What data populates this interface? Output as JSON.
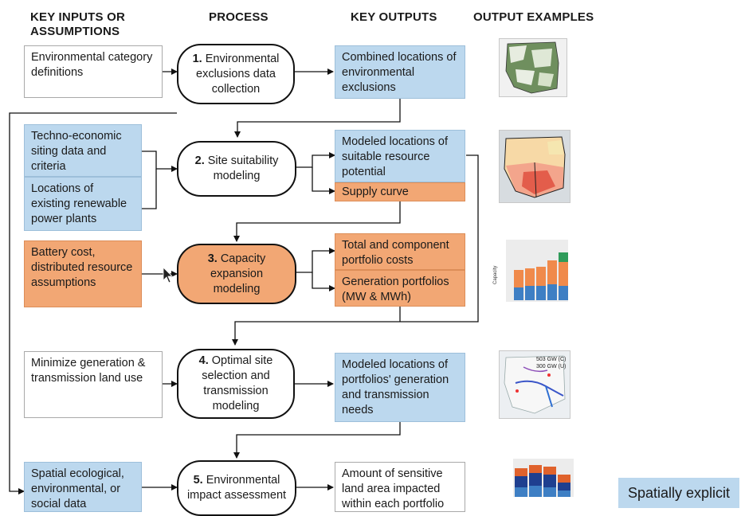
{
  "headers": {
    "inputs": "KEY INPUTS OR ASSUMPTIONS",
    "process": "PROCESS",
    "outputs": "KEY OUTPUTS",
    "examples": "OUTPUT EXAMPLES"
  },
  "inputs": [
    "Environmental category definitions",
    "Techno-economic siting data and criteria",
    "Locations of existing renewable power plants",
    "Battery cost, distributed resource assumptions",
    "Minimize generation & transmission land use",
    "Spatial ecological, environmental, or social data"
  ],
  "steps": [
    {
      "num": "1.",
      "text": "Environmental exclusions data collection"
    },
    {
      "num": "2.",
      "text": "Site suitability modeling"
    },
    {
      "num": "3.",
      "text": "Capacity expansion modeling"
    },
    {
      "num": "4.",
      "text": "Optimal site selection and transmission modeling"
    },
    {
      "num": "5.",
      "text": "Environmental impact assessment"
    }
  ],
  "outputs": [
    "Combined locations of environmental exclusions",
    "Modeled locations of suitable resource potential",
    "Supply curve",
    "Total and component portfolio costs",
    "Generation portfolios (MW & MWh)",
    "Modeled locations of portfolios' generation and transmission needs",
    "Amount of sensitive land area impacted within each portfolio"
  ],
  "examples": {
    "map4_labels": [
      "503 GW (C)",
      "300 GW (U)"
    ]
  },
  "colors": {
    "blue": "#bcd8ee",
    "orange": "#f2a774",
    "white": "#ffffff"
  },
  "legend": "Spatially explicit"
}
